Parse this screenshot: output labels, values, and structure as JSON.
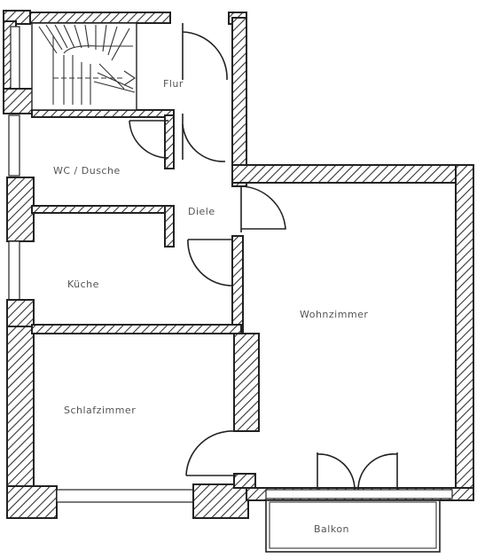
{
  "plan": {
    "rooms": [
      {
        "id": "flur",
        "label": "Flur"
      },
      {
        "id": "wc-dusche",
        "label": "WC / Dusche"
      },
      {
        "id": "diele",
        "label": "Diele"
      },
      {
        "id": "kueche",
        "label": "Küche"
      },
      {
        "id": "wohnzimmer",
        "label": "Wohnzimmer"
      },
      {
        "id": "schlafzimmer",
        "label": "Schlafzimmer"
      },
      {
        "id": "balkon",
        "label": "Balkon"
      }
    ],
    "colors": {
      "wall_line": "#222222",
      "label": "#555555",
      "background": "#ffffff"
    }
  }
}
